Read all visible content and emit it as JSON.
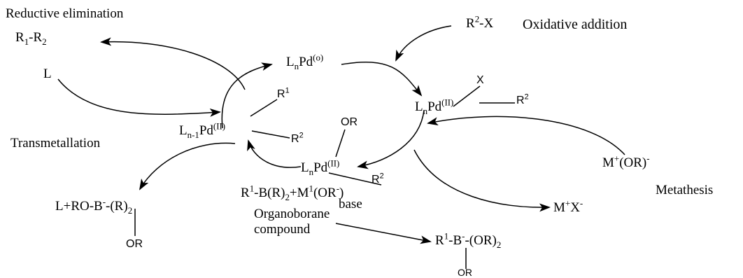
{
  "labels": {
    "reductive_elimination": "Reductive elimination",
    "oxidative_addition": "Oxidative addition",
    "transmetallation": "Transmetallation",
    "metathesis": "Metathesis",
    "organoborane_line1": "Organoborane",
    "organoborane_line2": "compound",
    "base": "base"
  },
  "species": {
    "product": {
      "main1": "R",
      "sub1": "1",
      "mid": "-R",
      "sub2": "2"
    },
    "ligand": "L",
    "pd0": {
      "main": "L",
      "sub": "n",
      "mid": "Pd",
      "sup": "(o)"
    },
    "halide": {
      "main": "R",
      "sup": "2",
      "rest": "-X"
    },
    "x_sub": "X",
    "r2_label_top": {
      "main": "R",
      "sup": "2"
    },
    "pd_ii_top": {
      "main": "L",
      "sub": "n",
      "mid": "Pd",
      "sup": "(II)"
    },
    "pd_ii_left": {
      "main": "L",
      "sub": "n-1",
      "mid": "Pd",
      "sup": "(II)"
    },
    "r1_left": {
      "main": "R",
      "sup": "1"
    },
    "r2_left": {
      "main": "R",
      "sup": "2"
    },
    "or_center": "OR",
    "pd_ii_bottom": {
      "main": "L",
      "sub": "n",
      "mid": "Pd",
      "sup": "(II)"
    },
    "r2_bottom": {
      "main": "R",
      "sup": "2"
    },
    "alkoxide": {
      "main": "M",
      "sup1": "+",
      "mid": "(OR)",
      "sup2": "-"
    },
    "salt": {
      "main": "M",
      "sup1": "+",
      "mid": "X",
      "sup2": "-"
    },
    "boron_reagent": {
      "a": "R",
      "sup1": "1",
      "b": "-B(R)",
      "sub1": "2",
      "c": "+M",
      "sup2": "1",
      "d": "(OR",
      "sup3": "-",
      "e": ")"
    },
    "borate_left": {
      "a": "L+RO-B",
      "sup": "-",
      "b": "-(R)",
      "sub": "2"
    },
    "or_left": "OR",
    "borate_right": {
      "a": "R",
      "sup1": "1",
      "b": "-B",
      "sup2": "-",
      "c": "-(OR)",
      "sub": "2"
    },
    "or_right": "OR"
  }
}
